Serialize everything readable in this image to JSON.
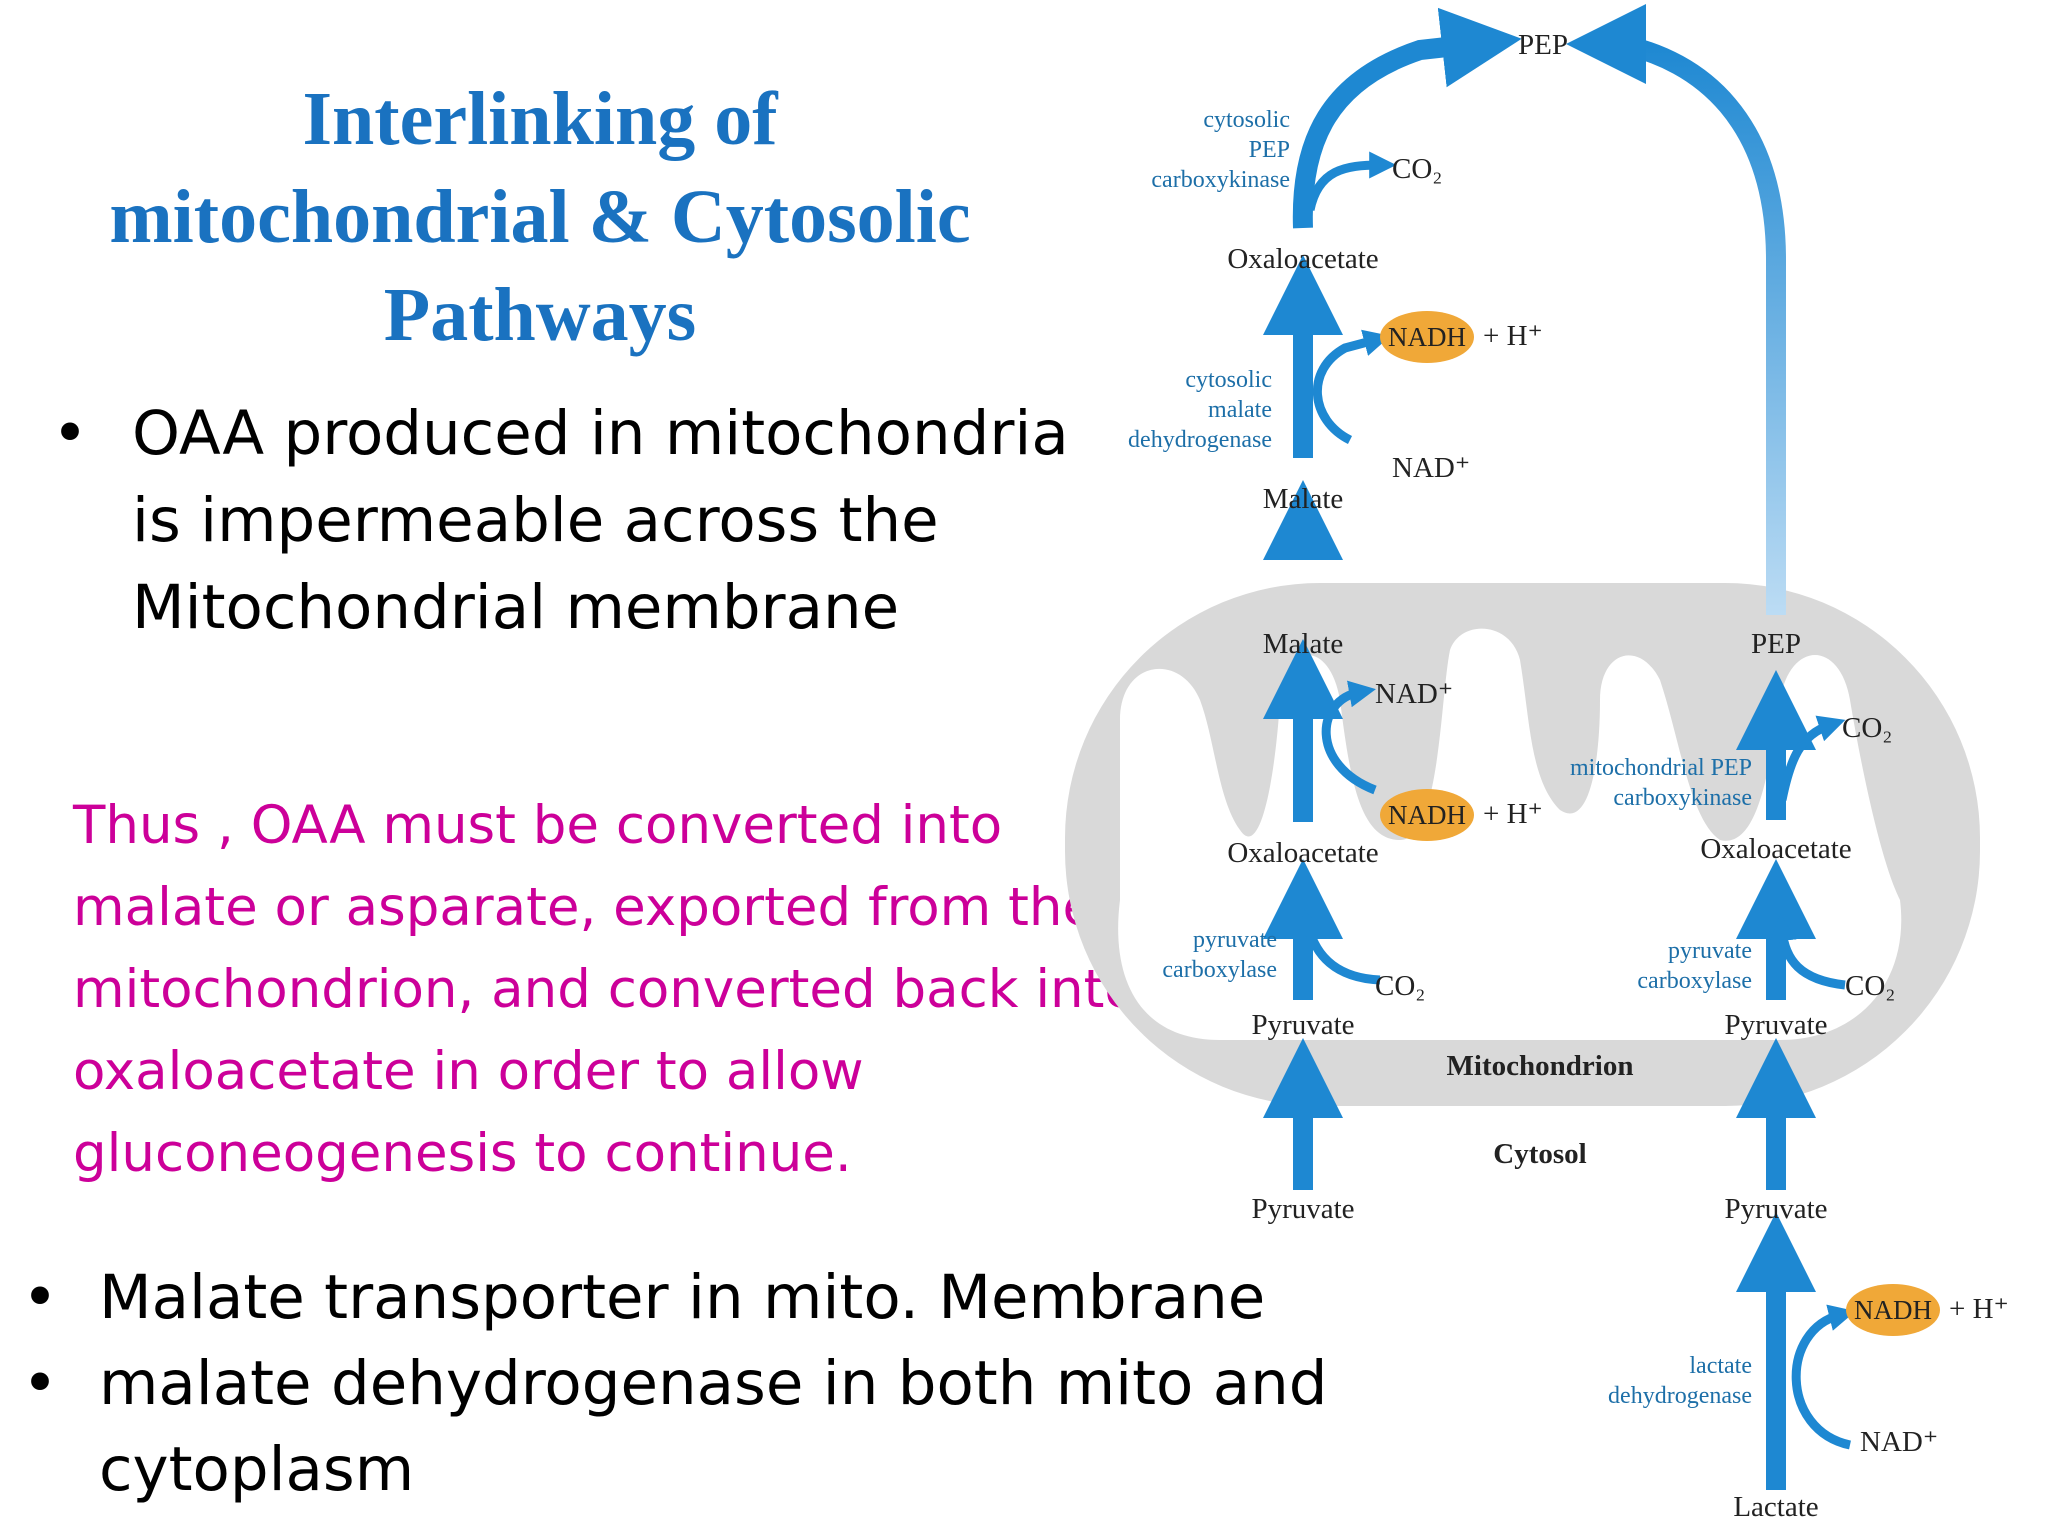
{
  "title": {
    "line1": "Interlinking of",
    "line2": "mitochondrial & Cytosolic",
    "line3": "Pathways"
  },
  "bullet1": {
    "marker": "•",
    "text": "OAA produced in mitochondria is impermeable across the Mitochondrial membrane"
  },
  "note": {
    "text": "Thus , OAA must be converted into malate or asparate, exported from the mitochondrion, and converted back into oxaloacetate in order to allow gluconeogenesis to continue."
  },
  "bullets_bottom": [
    {
      "marker": "•",
      "text": "Malate transporter in mito. Membrane"
    },
    {
      "marker": "•",
      "text": "malate dehydrogenase in both mito and cytoplasm"
    }
  ],
  "diagram": {
    "pep_top": "PEP",
    "co2": "CO₂",
    "nadh": "NADH",
    "h_plus": "+ H⁺",
    "nad_plus": "NAD⁺",
    "cyt_pepck": [
      "cytosolic",
      "PEP",
      "carboxykinase"
    ],
    "cyt_oaa": "Oxaloacetate",
    "cyt_mdh": [
      "cytosolic",
      "malate",
      "dehydrogenase"
    ],
    "cyt_malate": "Malate",
    "mito_malate": "Malate",
    "mito_pep": "PEP",
    "mito_pepck": [
      "mitochondrial PEP",
      "carboxykinase"
    ],
    "mito_oaa_left": "Oxaloacetate",
    "mito_oaa_right": "Oxaloacetate",
    "pyr_carb_left": [
      "pyruvate",
      "carboxylase"
    ],
    "pyr_carb_right": [
      "pyruvate",
      "carboxylase"
    ],
    "mito_pyr_left": "Pyruvate",
    "mito_pyr_right": "Pyruvate",
    "mitochondrion": "Mitochondrion",
    "cytosol": "Cytosol",
    "cyt_pyr_left": "Pyruvate",
    "cyt_pyr_right": "Pyruvate",
    "ldh": [
      "lactate",
      "dehydrogenase"
    ],
    "lactate": "Lactate",
    "colors": {
      "arrow": "#1e88d2",
      "nadh_fill": "#f0a838",
      "enzyme_text": "#1d6fa8",
      "mito_fill": "#d9d9d9"
    }
  }
}
